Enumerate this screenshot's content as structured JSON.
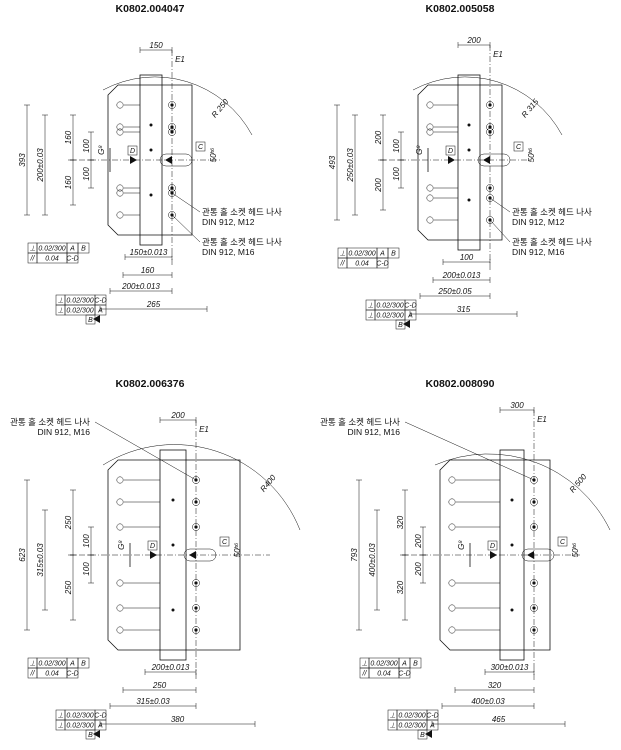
{
  "panels": [
    {
      "code": "K0802.004047",
      "note_lines": [
        [
          "관통 홀 소켓 헤드 나사",
          "DIN 912, M12"
        ],
        [
          "관통 홀 소켓 헤드 나사",
          "DIN 912, M16"
        ]
      ],
      "top_dim": "150",
      "e1": "E1",
      "radius": "R 250",
      "height_total": "393",
      "height_left": "200±0.03",
      "dims_160_a": "160",
      "dims_160_b": "160",
      "dims_100_a": "100",
      "dims_100_b": "100",
      "g_label": "G⁸",
      "d_label": "D",
      "c_label": "C",
      "fifty": "50ʰ⁶",
      "b1": "150±0.013",
      "b2": "160",
      "b3": "200±0.013",
      "b4": "265",
      "fcf1": [
        [
          "⊥",
          "0.02/300",
          "A",
          "B"
        ],
        [
          "//",
          "0.04",
          "C-D",
          ""
        ]
      ],
      "fcf2": [
        [
          "⊥",
          "0.02/300",
          "C-D",
          ""
        ],
        [
          "⊥",
          "0.02/300",
          "A",
          ""
        ]
      ],
      "b_label": "B"
    },
    {
      "code": "K0802.005058",
      "note_lines": [
        [
          "관통 홀 소켓 헤드 나사",
          "DIN 912, M12"
        ],
        [
          "관통 홀 소켓 헤드 나사",
          "DIN 912, M16"
        ]
      ],
      "top_dim": "200",
      "e1": "E1",
      "radius": "R 315",
      "height_total": "493",
      "height_left": "250±0.03",
      "dims_160_a": "200",
      "dims_160_b": "200",
      "dims_100_a": "100",
      "dims_100_b": "100",
      "g_label": "G⁸",
      "d_label": "D",
      "c_label": "C",
      "fifty": "50ʰ⁶",
      "b1": "100",
      "b2": "200±0.013",
      "b3": "250±0.05",
      "b4": "315",
      "fcf1": [
        [
          "⊥",
          "0.02/300",
          "A",
          "B"
        ],
        [
          "//",
          "0.04",
          "C-D",
          ""
        ]
      ],
      "fcf2": [
        [
          "⊥",
          "0.02/300",
          "C-D",
          ""
        ],
        [
          "⊥",
          "0.02/300",
          "A",
          ""
        ]
      ],
      "b_label": "B"
    },
    {
      "code": "K0802.006376",
      "note_lines": [
        [
          "관통 홀 소켓 헤드 나사",
          "DIN 912, M16"
        ]
      ],
      "top_dim": "200",
      "e1": "E1",
      "radius": "R400",
      "height_total": "623",
      "height_left": "315±0.03",
      "dims_160_a": "250",
      "dims_160_b": "250",
      "dims_100_a": "100",
      "dims_100_b": "100",
      "g_label": "G⁸",
      "d_label": "D",
      "c_label": "C",
      "fifty": "50ʰ⁶",
      "b1": "200±0.013",
      "b2": "250",
      "b3": "315±0.03",
      "b4": "380",
      "fcf1": [
        [
          "⊥",
          "0.02/300",
          "A",
          "B"
        ],
        [
          "//",
          "0.04",
          "C-D",
          ""
        ]
      ],
      "fcf2": [
        [
          "⊥",
          "0.02/300",
          "C-D",
          ""
        ],
        [
          "⊥",
          "0.02/300",
          "A",
          ""
        ]
      ],
      "b_label": "B"
    },
    {
      "code": "K0802.008090",
      "note_lines": [
        [
          "관통 홀 소켓 헤드 나사",
          "DIN 912, M16"
        ]
      ],
      "top_dim": "300",
      "e1": "E1",
      "radius": "R 500",
      "height_total": "793",
      "height_left": "400±0.03",
      "dims_160_a": "320",
      "dims_160_b": "320",
      "dims_100_a": "200",
      "dims_100_b": "200",
      "g_label": "G⁸",
      "d_label": "D",
      "c_label": "C",
      "fifty": "50ʰ⁶",
      "b1": "300±0.013",
      "b2": "320",
      "b3": "400±0.03",
      "b4": "465",
      "fcf1": [
        [
          "⊥",
          "0.02/300",
          "A",
          "B"
        ],
        [
          "//",
          "0.04",
          "C-D",
          ""
        ]
      ],
      "fcf2": [
        [
          "⊥",
          "0.02/300",
          "C-D",
          ""
        ],
        [
          "⊥",
          "0.02/300",
          "A",
          ""
        ]
      ],
      "b_label": "B"
    }
  ]
}
